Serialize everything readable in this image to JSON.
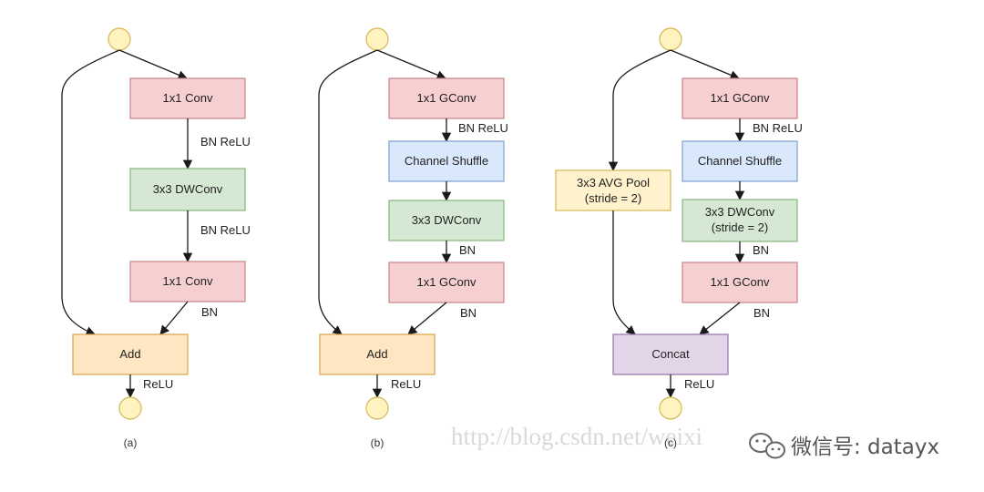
{
  "panels": [
    {
      "caption": "(a)",
      "blocks": {
        "conv1": "1x1 Conv",
        "dwconv": "3x3 DWConv",
        "conv2": "1x1 Conv",
        "add": "Add"
      },
      "edge_labels": {
        "after_conv1": "BN ReLU",
        "after_dwconv": "BN ReLU",
        "after_conv2": "BN",
        "after_add": "ReLU"
      }
    },
    {
      "caption": "(b)",
      "blocks": {
        "gconv1": "1x1 GConv",
        "shuffle": "Channel Shuffle",
        "dwconv": "3x3 DWConv",
        "gconv2": "1x1 GConv",
        "add": "Add"
      },
      "edge_labels": {
        "after_gconv1": "BN ReLU",
        "after_dwconv": "BN",
        "after_gconv2": "BN",
        "after_add": "ReLU"
      }
    },
    {
      "caption": "(c)",
      "blocks": {
        "pool_line1": "3x3 AVG Pool",
        "pool_line2": "(stride = 2)",
        "gconv1": "1x1 GConv",
        "shuffle": "Channel Shuffle",
        "dwconv_line1": "3x3 DWConv",
        "dwconv_line2": "(stride = 2)",
        "gconv2": "1x1 GConv",
        "concat": "Concat"
      },
      "edge_labels": {
        "after_gconv1": "BN ReLU",
        "after_dwconv": "BN",
        "after_gconv2": "BN",
        "after_concat": "ReLU"
      }
    }
  ],
  "watermark": {
    "url": "http://blog.csdn.net/weixi",
    "brand": "微信号: datayx"
  }
}
